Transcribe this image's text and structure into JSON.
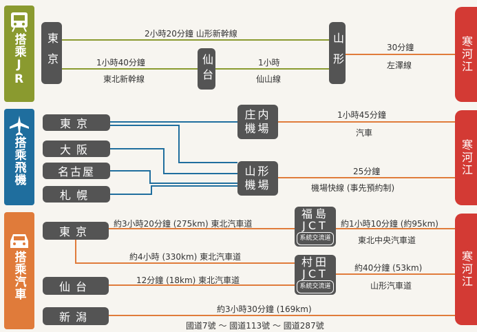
{
  "colors": {
    "jr": "#8a9a2f",
    "air": "#1f6e9e",
    "car": "#e07b3a",
    "dest": "#d33a34",
    "box": "#545454"
  },
  "sections": {
    "jr": {
      "label": "搭乘JR",
      "icon": "train-icon"
    },
    "air": {
      "label": "搭乘飛機",
      "icon": "airplane-icon"
    },
    "car": {
      "label": "搭乘汽車",
      "icon": "car-icon"
    }
  },
  "destination": "寒河江",
  "jr": {
    "tokyo": "東京",
    "sendai": "仙台",
    "yamagata": "山形",
    "routes": {
      "tokyo_yamagata": "2小時20分鐘 山形新幹線",
      "tokyo_sendai_time": "1小時40分鐘",
      "tokyo_sendai_line": "東北新幹線",
      "sendai_yamagata_time": "1小時",
      "sendai_yamagata_line": "仙山線",
      "yamagata_dest_time": "30分鐘",
      "yamagata_dest_line": "左澤線"
    }
  },
  "air": {
    "origins": [
      "東京",
      "大阪",
      "名古屋",
      "札幌"
    ],
    "shonai": "庄内機場",
    "yamagata_airport": "山形機場",
    "routes": {
      "shonai_time": "1小時45分鐘",
      "shonai_mode": "汽車",
      "yamagata_time": "25分鐘",
      "yamagata_mode": "機場快線 (事先預約制)"
    }
  },
  "car": {
    "origins": {
      "tokyo": "東京",
      "sendai": "仙台",
      "niigata": "新潟"
    },
    "fukushima_jct": {
      "name": "福島JCT",
      "note": "系統交流道"
    },
    "murata_jct": {
      "name": "村田JCT",
      "note": "系統交流道"
    },
    "routes": {
      "tokyo_fukushima": "約3小時20分鐘 (275km) 東北汽車道",
      "fukushima_dest_time": "約1小時10分鐘 (約95km)",
      "fukushima_dest_road": "東北中央汽車道",
      "tokyo_murata": "約4小時 (330km) 東北汽車道",
      "murata_dest_time": "約40分鐘 (53km)",
      "murata_dest_road": "山形汽車道",
      "sendai_murata": "12分鐘 (18km) 東北汽車道",
      "niigata_dest_time": "約3小時30分鐘 (169km)",
      "niigata_dest_road": "國道7號 ～ 國道113號 ～ 國道287號"
    }
  }
}
